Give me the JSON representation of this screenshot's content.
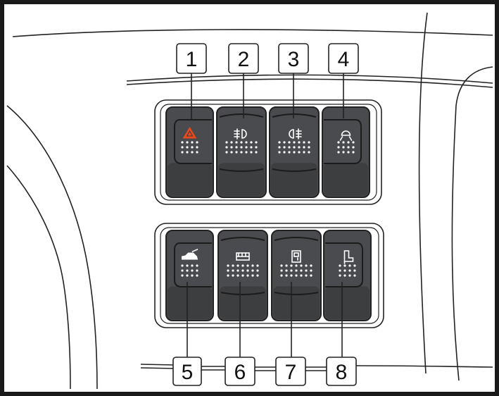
{
  "callouts": [
    {
      "label": "1",
      "switch": "hazard-warning-switch",
      "icon": "hazard-triangle-icon",
      "icon_color": "#e8491d"
    },
    {
      "label": "2",
      "switch": "front-fog-light-switch",
      "icon": "front-fog-light-icon",
      "icon_color": "#ffffff"
    },
    {
      "label": "3",
      "switch": "rear-fog-light-switch",
      "icon": "rear-fog-light-icon",
      "icon_color": "#ffffff"
    },
    {
      "label": "4",
      "switch": "interior-light-switch",
      "icon": "interior-light-icon",
      "icon_color": "#ffffff"
    },
    {
      "label": "5",
      "switch": "trunk-switch",
      "icon": "car-trunk-icon",
      "icon_color": "#ffffff"
    },
    {
      "label": "6",
      "switch": "bus-rear-switch",
      "icon": "bus-icon",
      "icon_color": "#ffffff"
    },
    {
      "label": "7",
      "switch": "door-switch",
      "icon": "door-icon",
      "icon_color": "#ffffff"
    },
    {
      "label": "8",
      "switch": "seat-switch",
      "icon": "seat-icon",
      "icon_color": "#ffffff"
    }
  ],
  "colors": {
    "frame": "#1a1a1a",
    "switch_body": "#4a4b4e",
    "switch_dark": "#2e2f31",
    "outline": "#222222",
    "hazard_accent": "#e8491d"
  }
}
